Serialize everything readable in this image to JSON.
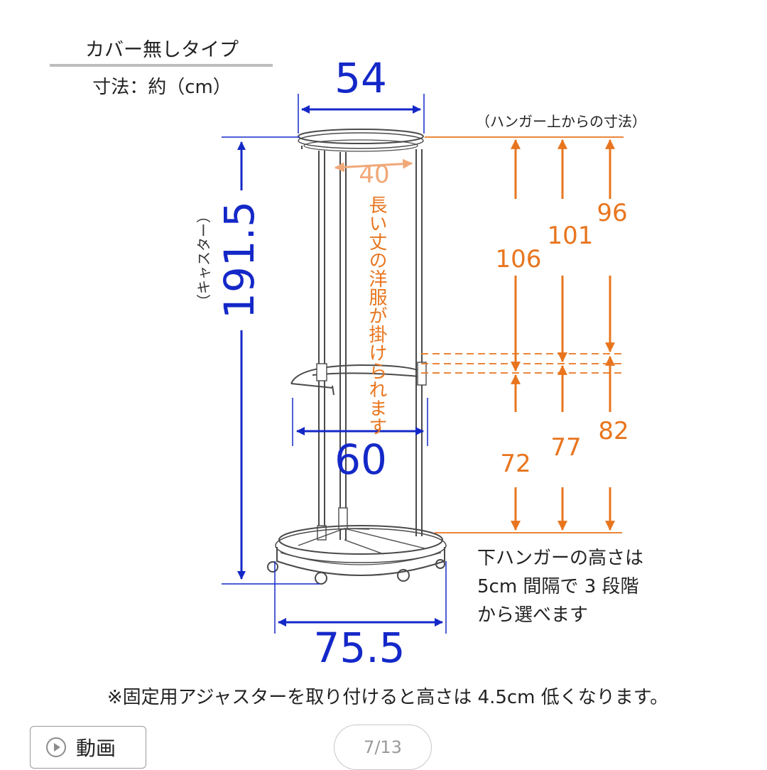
{
  "header": {
    "type_label": "カバー無しタイプ",
    "units_label": "寸法：約（cm）"
  },
  "dimensions": {
    "top_width": "54",
    "inner_width": "40",
    "height": "191.5",
    "caster_note": "（キャスター）",
    "lower_width": "60",
    "base_width": "75.5"
  },
  "notes": {
    "long_clothes": "長い丈の洋服が掛けられます",
    "hanger_top": "（ハンガー上からの寸法）",
    "lower_hanger_lines": [
      "下ハンガーの高さは",
      "5cm 間隔で 3 段階",
      "から選べます"
    ],
    "adjuster": "※固定用アジャスターを取り付けると高さは 4.5cm 低くなります。"
  },
  "upper_values": [
    "106",
    "101",
    "96"
  ],
  "lower_values": [
    "72",
    "77",
    "82"
  ],
  "colors": {
    "blue": "#1428c8",
    "orange": "#e8751e",
    "light_orange": "#f0a878",
    "frame": "#4a4a4a"
  },
  "controls": {
    "video_label": "動画",
    "video_icon": "play-circle-icon",
    "pager": "7/13"
  }
}
